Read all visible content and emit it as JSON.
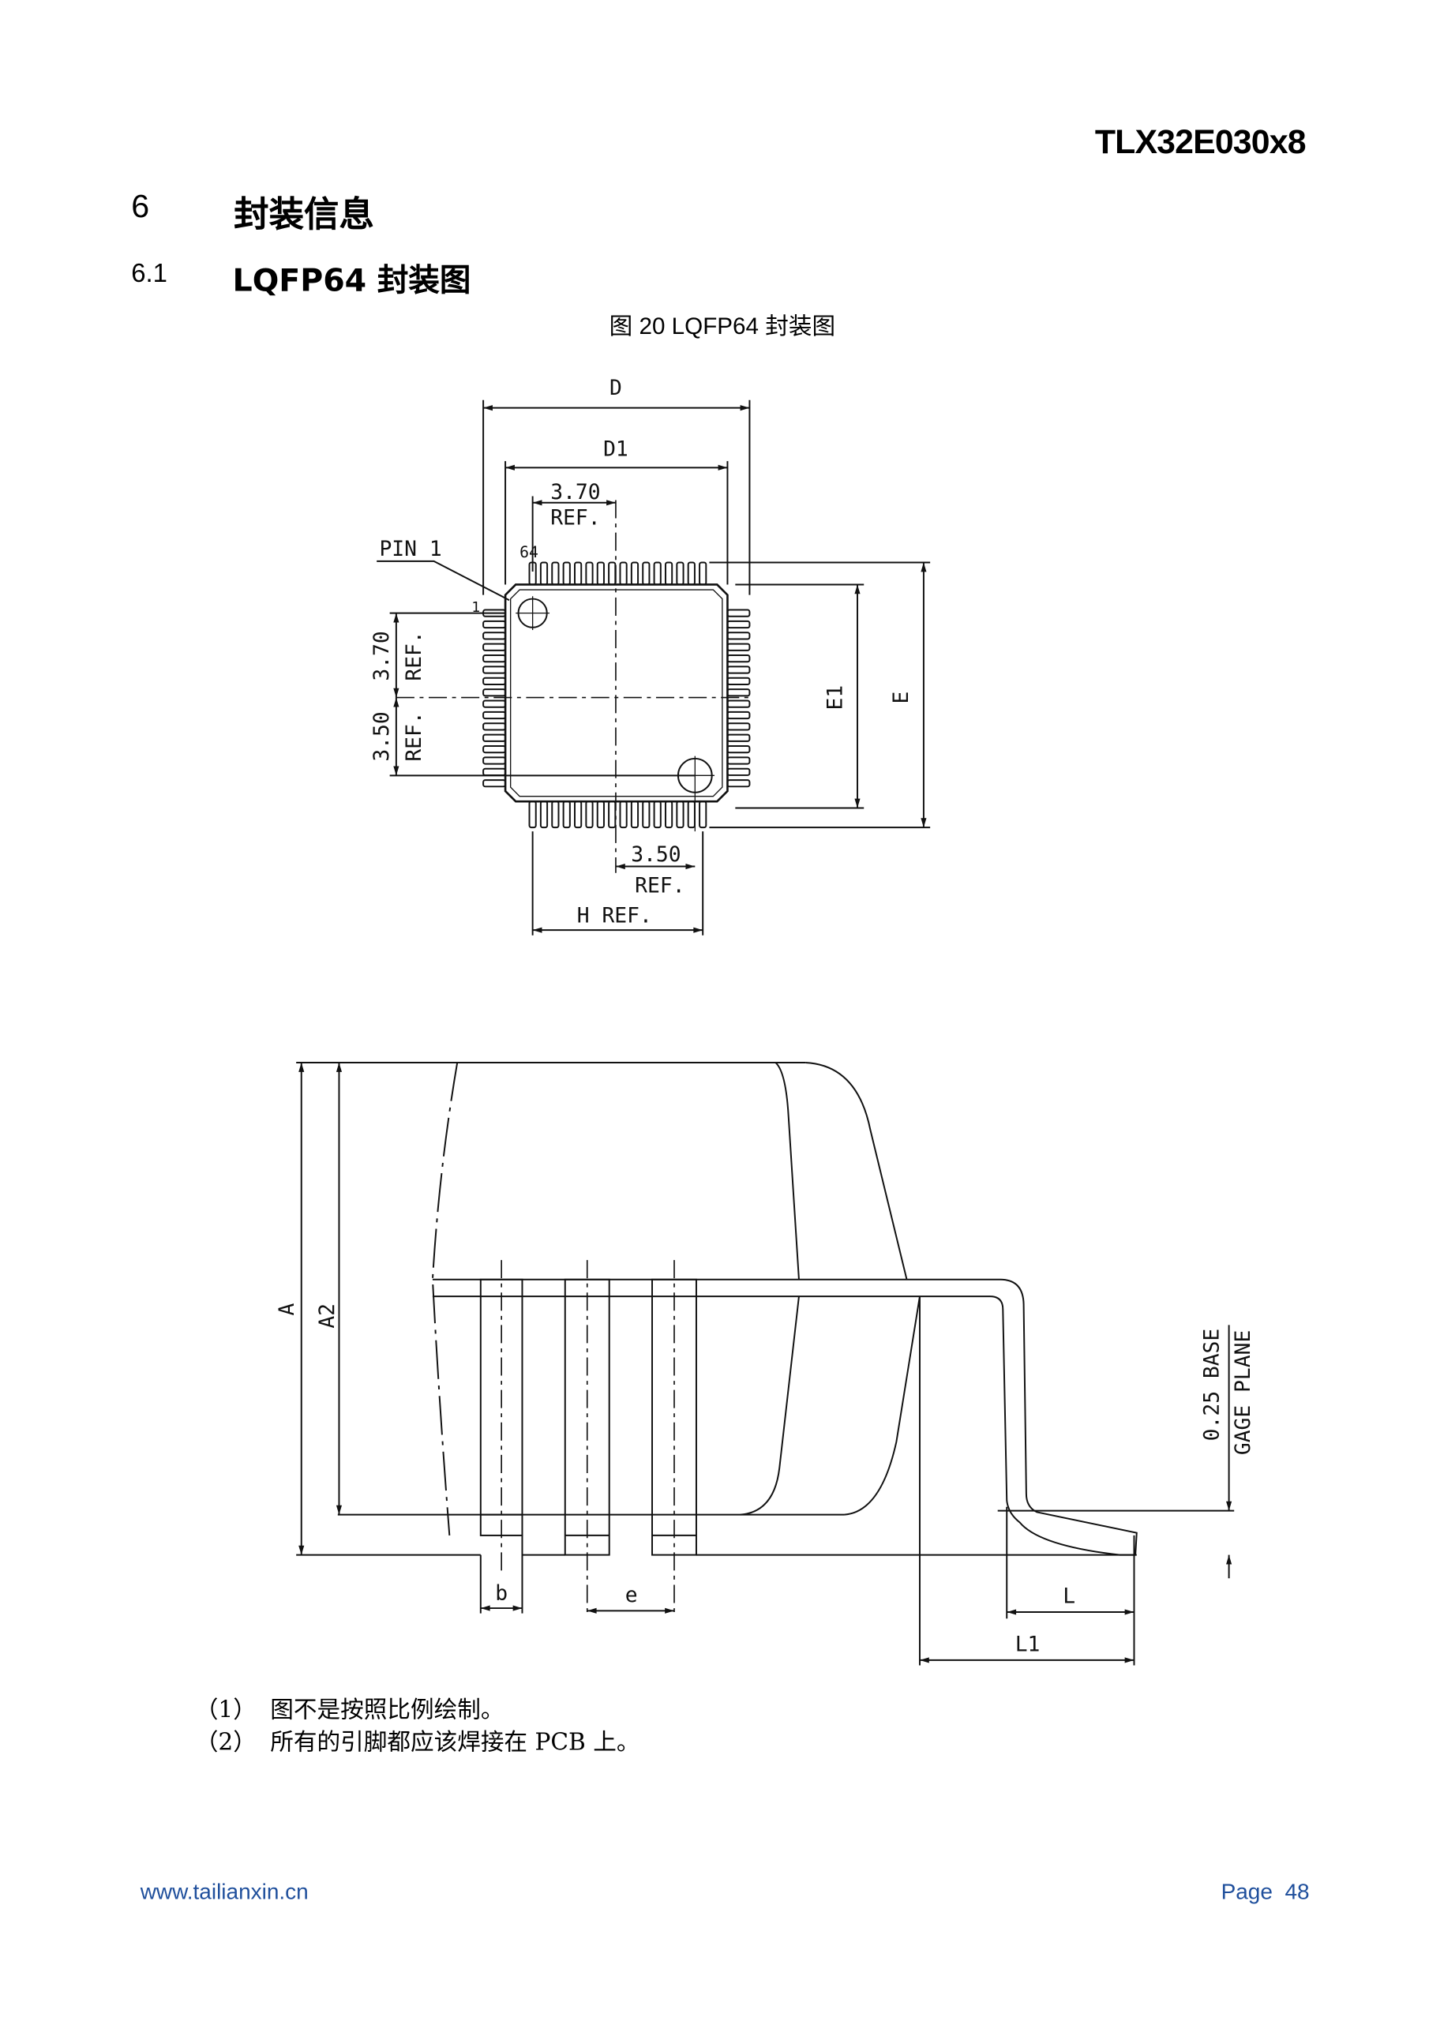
{
  "header": {
    "doc_title": "TLX32E030x8"
  },
  "section": {
    "number": "6",
    "title": "封装信息"
  },
  "subsection": {
    "number": "6.1",
    "title": "LQFP64 封装图"
  },
  "figure": {
    "caption": "图 20 LQFP64 封装图",
    "top_view": {
      "D": "D",
      "D1": "D1",
      "dim_370": "3.70",
      "ref": "REF.",
      "pin1": "PIN 1",
      "pin64": "64",
      "pin1_num": "1",
      "dim_350": "3.50",
      "E1": "E1",
      "E": "E",
      "H_ref": "H REF.",
      "pins_per_side": 16
    },
    "side_view": {
      "A": "A",
      "A2": "A2",
      "b": "b",
      "e": "e",
      "L": "L",
      "L1": "L1",
      "base": "0.25 BASE",
      "gage": "GAGE PLANE"
    }
  },
  "notes": [
    {
      "num": "（1）",
      "text": "图不是按照比例绘制。"
    },
    {
      "num": "（2）",
      "text": "所有的引脚都应该焊接在 PCB 上。"
    }
  ],
  "footer": {
    "website": "www.tailianxin.cn",
    "page_label": "Page",
    "page_number": "48"
  },
  "colors": {
    "footer": "#1f4f9c"
  }
}
